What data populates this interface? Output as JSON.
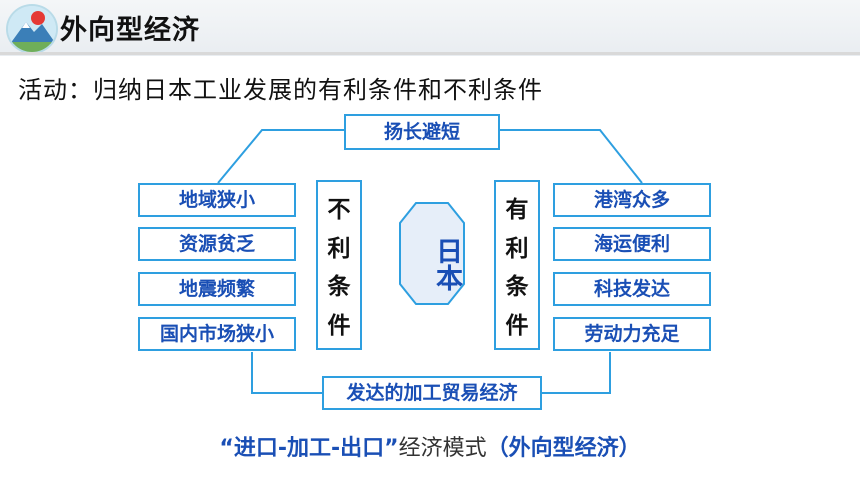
{
  "header": {
    "title": "外向型经济",
    "logo_icon": "mountain-logo-icon"
  },
  "activity": "活动：归纳日本工业发展的有利条件和不利条件",
  "center": {
    "label": "日本"
  },
  "top_label": "扬长避短",
  "bottom_label": "发达的加工贸易经济",
  "unfavorable": {
    "title_chars": [
      "不",
      "利",
      "条",
      "件"
    ],
    "items": [
      "地域狭小",
      "资源贫乏",
      "地震频繁",
      "国内市场狭小"
    ]
  },
  "favorable": {
    "title_chars": [
      "有",
      "利",
      "条",
      "件"
    ],
    "items": [
      "港湾众多",
      "海运便利",
      "科技发达",
      "劳动力充足"
    ]
  },
  "footer": {
    "quote_open": "“",
    "mode_text": "进口-加工-出口",
    "quote_close": "”",
    "middle": "经济模式",
    "paren": "（外向型经济）"
  },
  "colors": {
    "accent": "#2e9fe0",
    "text_blue": "#1a4fb5",
    "hex_fill": "#e6eef9"
  }
}
